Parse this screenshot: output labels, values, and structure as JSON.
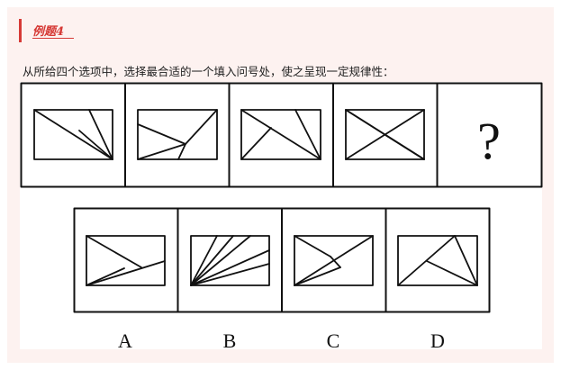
{
  "tag": {
    "label": "例题4"
  },
  "question": {
    "text": "从所给四个选项中，选择最合适的一个填入问号处，使之呈现一定规律性："
  },
  "sequence": {
    "unknown_mark": "?"
  },
  "options": [
    {
      "letter": "A"
    },
    {
      "letter": "B"
    },
    {
      "letter": "C"
    },
    {
      "letter": "D"
    }
  ],
  "colors": {
    "accent": "#d63a36",
    "card_bg": "#fdf2f0",
    "ink": "#111111"
  }
}
